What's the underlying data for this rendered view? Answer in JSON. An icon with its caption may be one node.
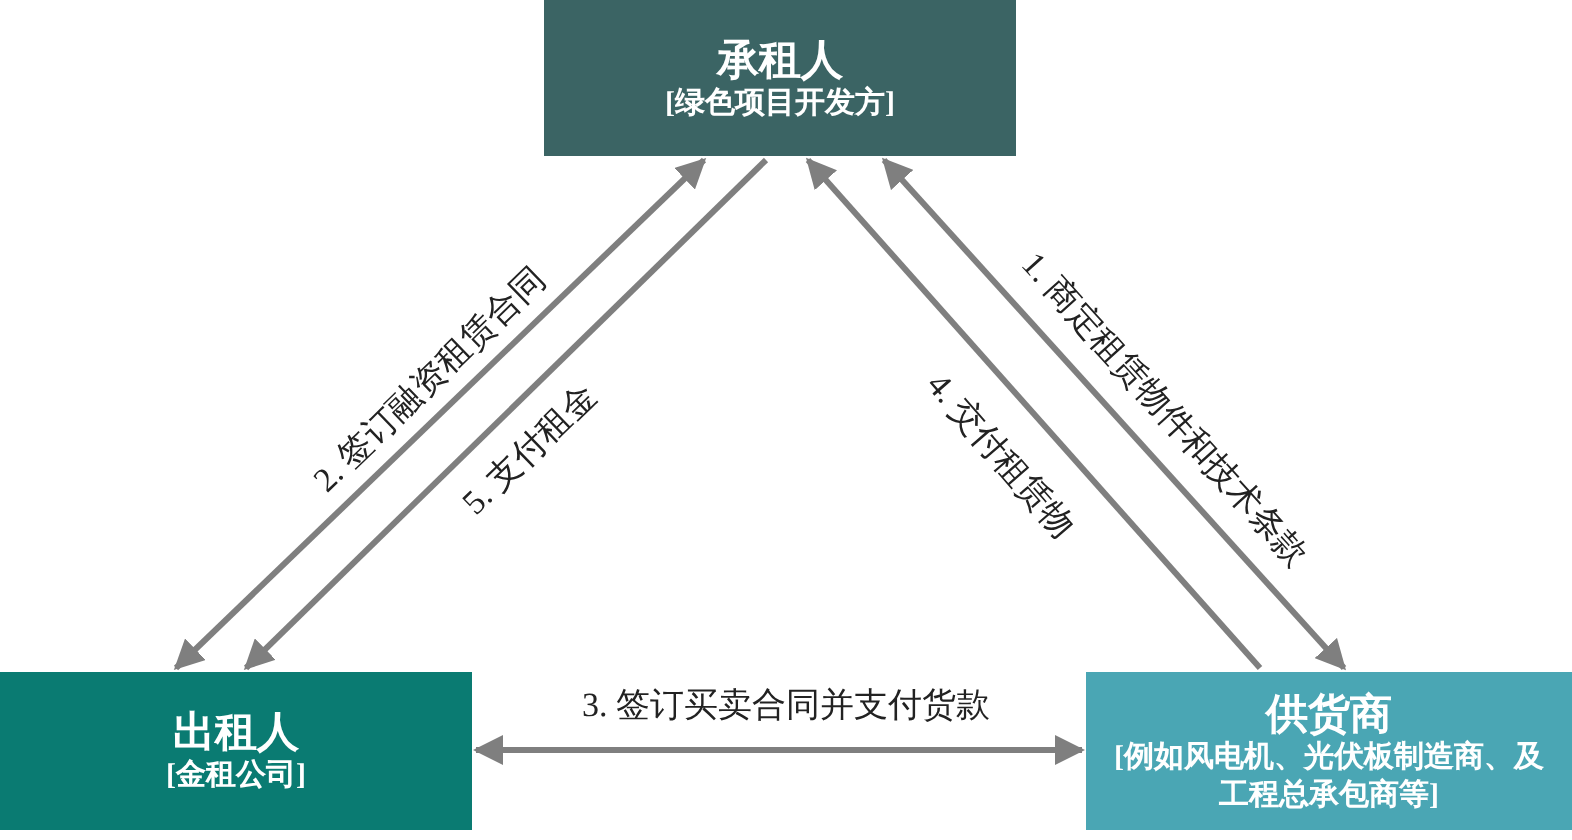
{
  "diagram": {
    "nodes": [
      {
        "text": [
          "承租人",
          "[绿色项目开发方]"
        ]
      },
      {
        "text": [
          "出租人",
          "[金租公司]"
        ]
      },
      {
        "text": [
          "供货商",
          "[例如风电机、光伏板制造商、及工程总承包商等]"
        ]
      }
    ],
    "edges": [
      {
        "from": 0,
        "to": 2,
        "arrow": "both",
        "label": "1.  商定租赁物件和技术条款"
      },
      {
        "from": 1,
        "to": 0,
        "arrow": "both",
        "label": "2.  签订融资租赁合同"
      },
      {
        "from": 1,
        "to": 2,
        "arrow": "both",
        "label": "3.  签订买卖合同并支付货款"
      },
      {
        "from": 2,
        "to": 0,
        "arrow": "to",
        "label": "4.  交付租赁物"
      },
      {
        "from": 0,
        "to": 1,
        "arrow": "to",
        "label": "5.  支付租金"
      }
    ]
  }
}
